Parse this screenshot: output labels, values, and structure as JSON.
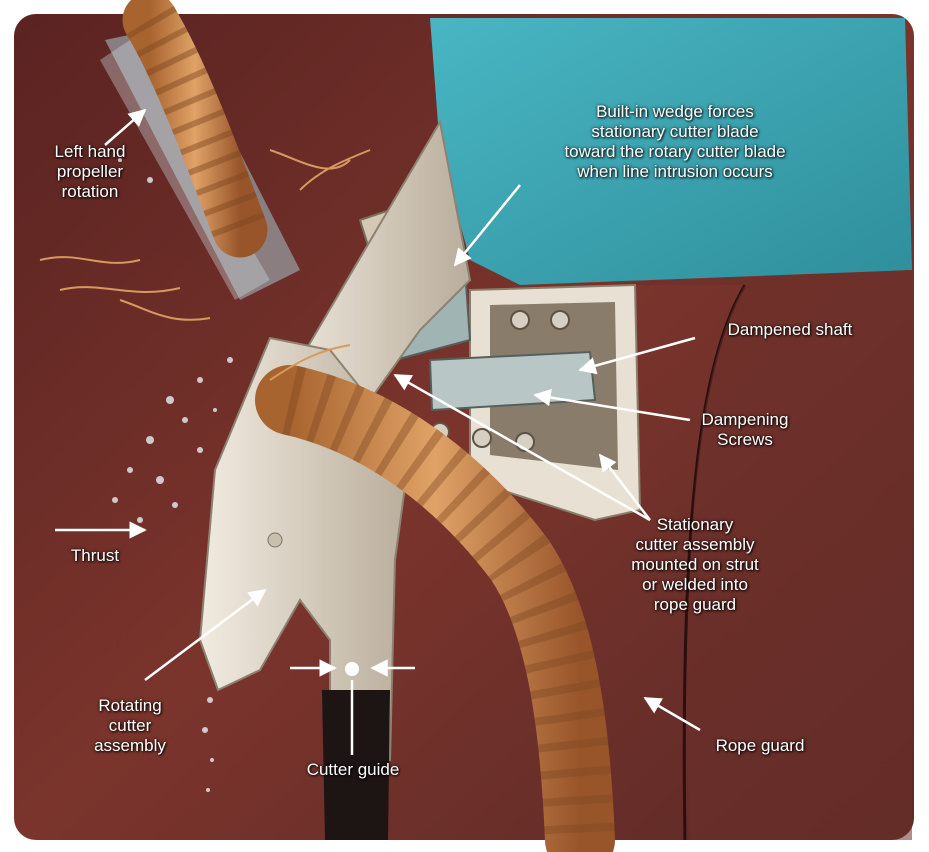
{
  "labels": {
    "left_hand_rotation": "Left hand\npropeller\nrotation",
    "wedge_note": "Built-in wedge forces\nstationary cutter blade\ntoward the rotary cutter blade\nwhen line intrusion occurs",
    "dampened_shaft": "Dampened shaft",
    "dampening_screws": "Dampening\nScrews",
    "stationary_cutter": "Stationary\ncutter assembly\nmounted on strut\nor welded into\nrope guard",
    "thrust": "Thrust",
    "rotating_cutter": "Rotating\ncutter\nassembly",
    "cutter_guide": "Cutter guide",
    "rope_guard": "Rope guard"
  },
  "colors": {
    "hull": "#6e2e28",
    "hull_dark": "#4a1c1a",
    "water": "#3aa6b4",
    "blade": "#d9cfbf",
    "rope": "#c9834a",
    "rope_dark": "#8a4f25",
    "label_text": "#ffffff"
  }
}
